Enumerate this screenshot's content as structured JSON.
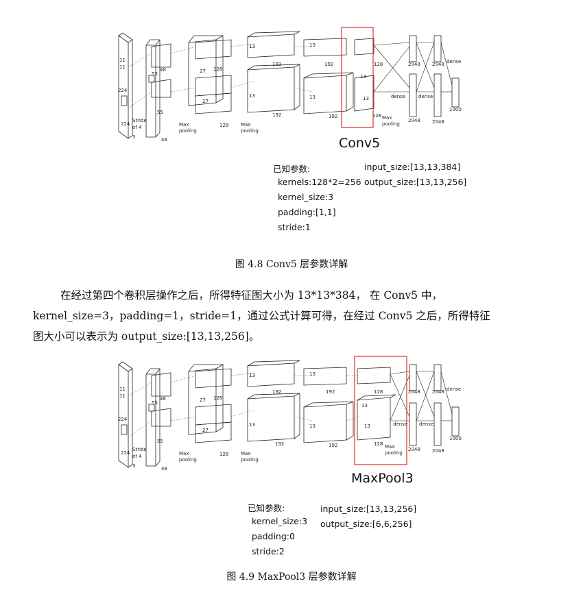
{
  "figure1": {
    "heading": "Conv5",
    "params_title": "已知参数:",
    "params": [
      "kernels:128*2=256",
      "kernel_size:3",
      "padding:[1,1]",
      "stride:1"
    ],
    "io": [
      "input_size:[13,13,384]",
      "output_size:[13,13,256]"
    ],
    "caption": "图 4.8 Conv5 层参数详解"
  },
  "paragraph": {
    "line1": "在经过第四个卷积层操作之后，所得特征图大小为 13*13*384， 在 Conv5 中，",
    "line2": "kernel_size=3，padding=1，stride=1，通过公式计算可得，在经过 Conv5 之后，所得特征",
    "line3": "图大小可以表示为 output_size:[13,13,256]。"
  },
  "figure2": {
    "heading": "MaxPool3",
    "params_title": "已知参数:",
    "params": [
      "kernel_size:3",
      "padding:0",
      "stride:2"
    ],
    "io": [
      "input_size:[13,13,256]",
      "output_size:[6,6,256]"
    ],
    "caption": "图 4.9 MaxPool3 层参数详解"
  },
  "diagram": {
    "labels": {
      "n224": "224",
      "n11": "11",
      "n3": "3",
      "n5": "5",
      "n13": "13",
      "n48": "48",
      "n55": "55",
      "n27": "27",
      "n128": "128",
      "n192": "192",
      "n2048": "2048",
      "n1000": "1000",
      "stride1": "Stride",
      "stride2": "of 4",
      "max": "Max",
      "pooling": "pooling",
      "dense": "dense"
    },
    "highlight_color": "#e03030"
  }
}
